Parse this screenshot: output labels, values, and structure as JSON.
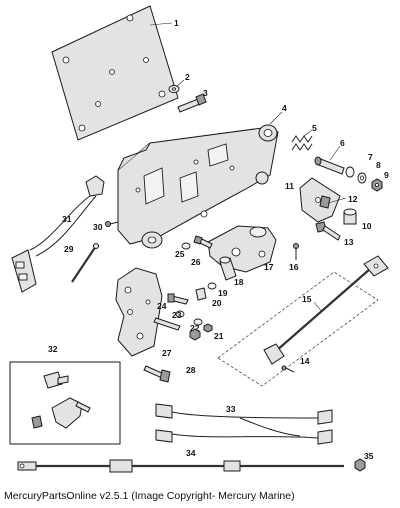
{
  "footer": {
    "copyright_text": "MercuryPartsOnline v2.5.1 (Image Copyright- Mercury Marine)"
  },
  "callouts": {
    "c1": "1",
    "c2": "2",
    "c3": "3",
    "c4": "4",
    "c5": "5",
    "c6": "6",
    "c7": "7",
    "c8": "8",
    "c9": "9",
    "c10": "10",
    "c11": "11",
    "c12": "12",
    "c13": "13",
    "c14": "14",
    "c15": "15",
    "c16": "16",
    "c17": "17",
    "c18": "18",
    "c19": "19",
    "c20": "20",
    "c21": "21",
    "c22": "22",
    "c23": "23",
    "c24": "24",
    "c25": "25",
    "c26": "26",
    "c27": "27",
    "c28": "28",
    "c29": "29",
    "c30": "30",
    "c31": "31",
    "c32": "32",
    "c33": "33",
    "c34": "34",
    "c35": "35"
  }
}
